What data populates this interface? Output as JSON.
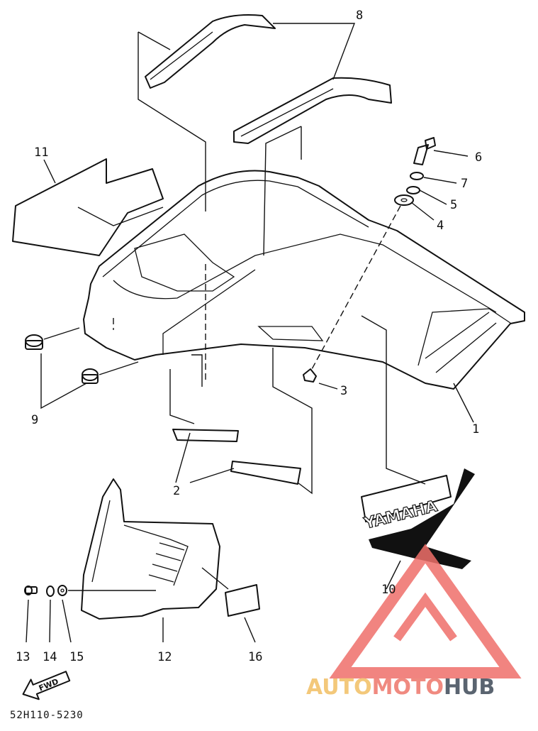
{
  "diagram": {
    "callouts": [
      {
        "id": "label-1",
        "text": "1"
      },
      {
        "id": "label-2",
        "text": "2"
      },
      {
        "id": "label-3",
        "text": "3"
      },
      {
        "id": "label-4",
        "text": "4"
      },
      {
        "id": "label-5",
        "text": "5"
      },
      {
        "id": "label-6",
        "text": "6"
      },
      {
        "id": "label-7",
        "text": "7"
      },
      {
        "id": "label-8",
        "text": "8"
      },
      {
        "id": "label-9",
        "text": "9"
      },
      {
        "id": "label-10",
        "text": "10"
      },
      {
        "id": "label-11",
        "text": "11"
      },
      {
        "id": "label-12",
        "text": "12"
      },
      {
        "id": "label-13",
        "text": "13"
      },
      {
        "id": "label-14",
        "text": "14"
      },
      {
        "id": "label-15",
        "text": "15"
      },
      {
        "id": "label-16",
        "text": "16"
      }
    ],
    "decal_text": "YAMAHA",
    "fwd_arrow_text": "FWD",
    "diagram_code": "52H110-5230"
  },
  "watermark": {
    "text_auto": "AUTO",
    "text_moto": "MOTO",
    "text_hub": "HUB",
    "color_auto": "#f3c87a",
    "color_moto": "#f08a80",
    "color_hub": "#5a6470",
    "logo_color": "#ef6f6a"
  }
}
